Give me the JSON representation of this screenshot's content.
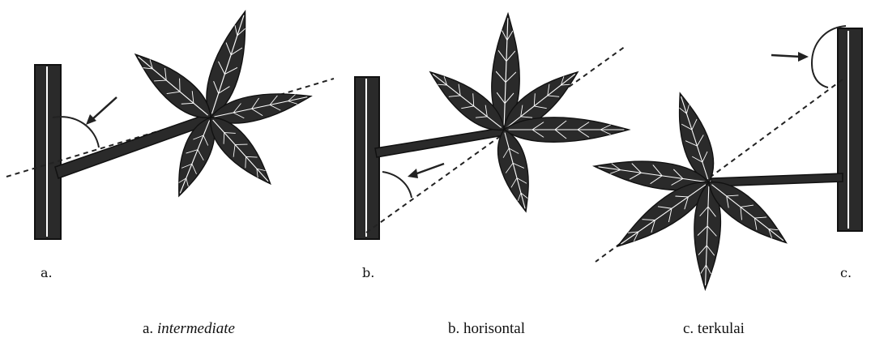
{
  "panels": [
    {
      "id": "a",
      "letter": "a.",
      "caption_prefix": "a. ",
      "caption_term": "intermediate"
    },
    {
      "id": "b",
      "letter": "b.",
      "caption_prefix": "",
      "caption_term": "b. horisontal"
    },
    {
      "id": "c",
      "letter": "c.",
      "caption_prefix": "",
      "caption_term": "c. terkulai"
    }
  ],
  "colors": {
    "ink": "#1c1c1c",
    "paper": "#ffffff"
  }
}
